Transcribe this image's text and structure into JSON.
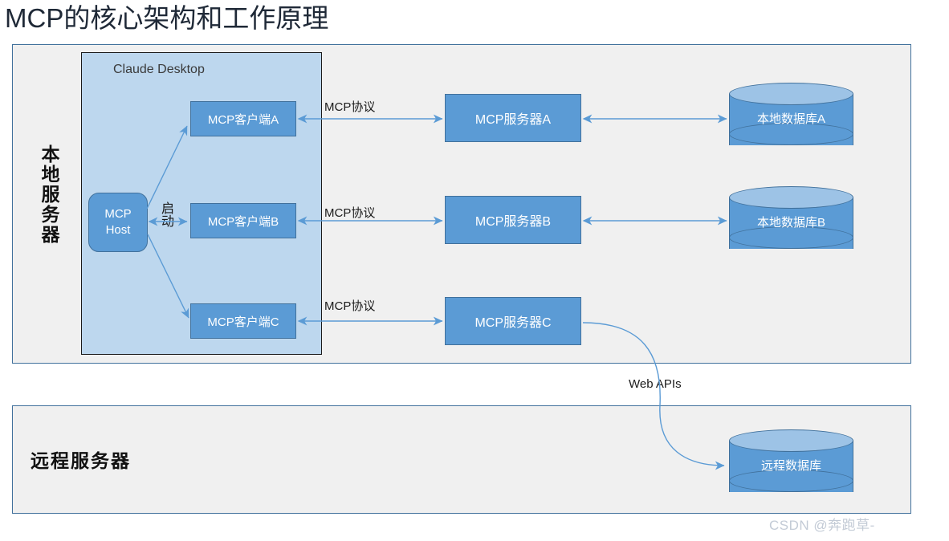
{
  "page": {
    "title": "MCP的核心架构和工作原理",
    "watermark": "CSDN @奔跑草-"
  },
  "local_section": {
    "vertical_label": "本地服务器",
    "host_container": {
      "label": "Claude Desktop"
    },
    "host": {
      "line1": "MCP",
      "line2": "Host"
    },
    "start_label": "启动",
    "clients": [
      {
        "label": "MCP客户端A"
      },
      {
        "label": "MCP客户端B"
      },
      {
        "label": "MCP客户端C"
      }
    ],
    "servers": [
      {
        "label": "MCP服务器A"
      },
      {
        "label": "MCP服务器B"
      },
      {
        "label": "MCP服务器C"
      }
    ],
    "databases": [
      {
        "label": "本地数据库A"
      },
      {
        "label": "本地数据库B"
      }
    ],
    "protocol_labels": [
      "MCP协议",
      "MCP协议",
      "MCP协议"
    ]
  },
  "remote_section": {
    "label": "远程服务器",
    "database": {
      "label": "远程数据库"
    },
    "connection_label": "Web APIs"
  },
  "colors": {
    "panel_fill": "#f0f0f0",
    "panel_border": "#41719c",
    "container_fill": "#bdd7ee",
    "container_border": "#1a1a1a",
    "box_fill": "#5b9bd5",
    "box_border": "#41719c",
    "cylinder_top_fill": "#9dc3e6",
    "arrow_color": "#5b9bd5",
    "box_text": "#ffffff",
    "label_text": "#1a1a1a",
    "title_text": "#1f2937",
    "watermark_text": "#c3cbd6"
  }
}
